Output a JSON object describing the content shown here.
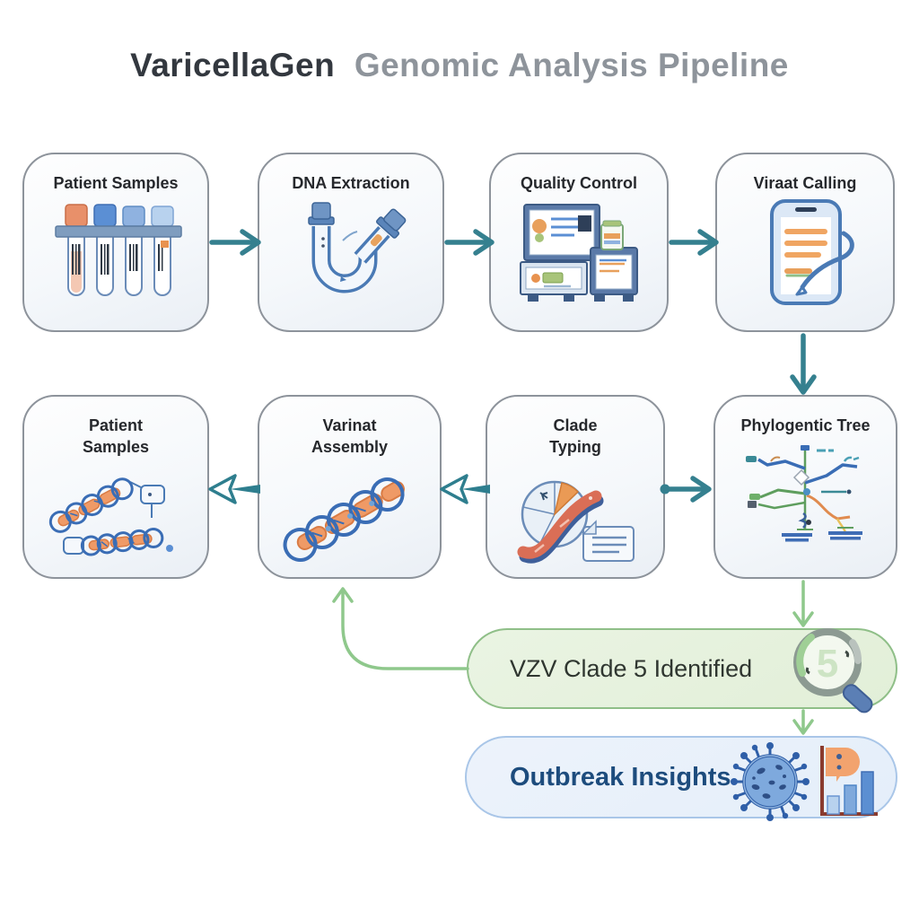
{
  "title": {
    "brand": "VaricellaGen",
    "rest": "Genomic Analysis Pipeline"
  },
  "colors": {
    "arrow_teal": "#35808f",
    "arrow_green": "#8fc88c",
    "stage_border": "#8d939b",
    "green_box_bg": "#e6f1dd",
    "green_box_border": "#8fbf88",
    "blue_box_bg": "#e9f1fa",
    "blue_box_border": "#a9c6e8",
    "brand_text": "#33383f",
    "subtitle_text": "#8e949b"
  },
  "stages": {
    "row1": [
      {
        "label": "Patient Samples",
        "icon": "test-tube-rack-icon"
      },
      {
        "label": "DNA Extraction",
        "icon": "extraction-tubes-icon"
      },
      {
        "label": "Quality Control",
        "icon": "qc-instrument-icon"
      },
      {
        "label": "Viraat Calling",
        "icon": "report-pen-icon"
      }
    ],
    "row2": [
      {
        "label_line1": "Patient",
        "label_line2": "Samples",
        "icon": "sequence-reads-icon"
      },
      {
        "label_line1": "Varinat",
        "label_line2": "Assembly",
        "icon": "assembly-chain-icon"
      },
      {
        "label_line1": "Clade",
        "label_line2": "Typing",
        "icon": "clade-pie-ribbon-icon"
      },
      {
        "label_line1": "Phylogentic Tree",
        "label_line2": "",
        "icon": "phylo-tree-icon"
      }
    ]
  },
  "results": {
    "clade_finding": "VZV Clade 5 Identified",
    "magnifier_digit": "5",
    "outbreak": "Outbreak Insights"
  }
}
